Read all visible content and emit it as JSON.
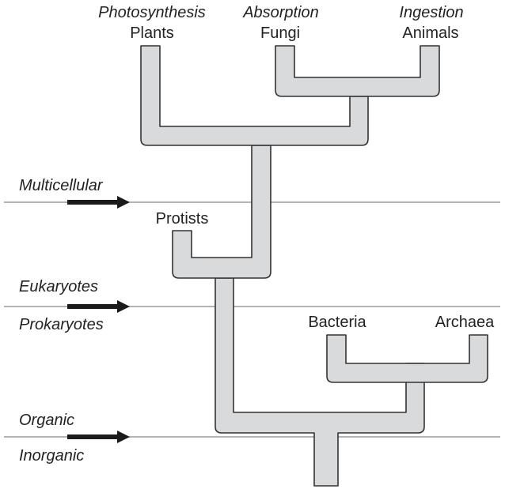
{
  "modes": {
    "plants": "Photosynthesis",
    "fungi": "Absorption",
    "animals": "Ingestion"
  },
  "groups": {
    "plants": "Plants",
    "fungi": "Fungi",
    "animals": "Animals",
    "protists": "Protists",
    "bacteria": "Bacteria",
    "archaea": "Archaea"
  },
  "transitions": {
    "multicellular": {
      "upper": "Multicellular"
    },
    "eukaryotic": {
      "upper": "Eukaryotes",
      "lower": "Prokaryotes"
    },
    "organic": {
      "upper": "Organic",
      "lower": "Inorganic"
    }
  },
  "colors": {
    "branch_fill": "#d9dadb",
    "branch_outline": "#333333",
    "threshold_line": "#9a9a9a",
    "arrow": "#1a1a1a",
    "text": "#222222"
  }
}
